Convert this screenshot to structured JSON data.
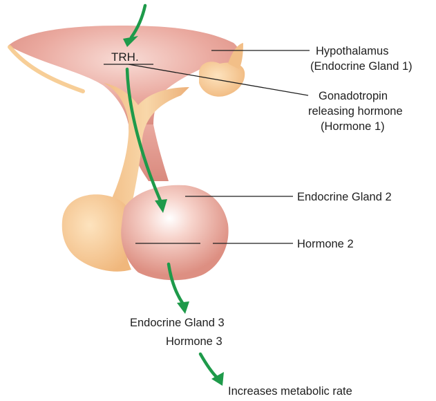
{
  "labels": {
    "trh": "TRH.",
    "hypothalamus_line1": "Hypothalamus",
    "hypothalamus_line2": "(Endocrine Gland 1)",
    "hormone1_line1": "Gonadotropin",
    "hormone1_line2": "releasing hormone",
    "hormone1_line3": "(Hormone 1)",
    "gland2": "Endocrine Gland 2",
    "hormone2": "Hormone 2",
    "gland3": "Endocrine Gland 3",
    "hormone3": "Hormone 3",
    "effect": "Increases metabolic rate"
  },
  "colors": {
    "hypothalamus_fill": "#e8a79c",
    "stalk_fill": "#f6c98c",
    "pituitary_fill": "#f0b8ac",
    "arrow": "#1e9a4a",
    "leader_line": "#1e1e1e"
  }
}
